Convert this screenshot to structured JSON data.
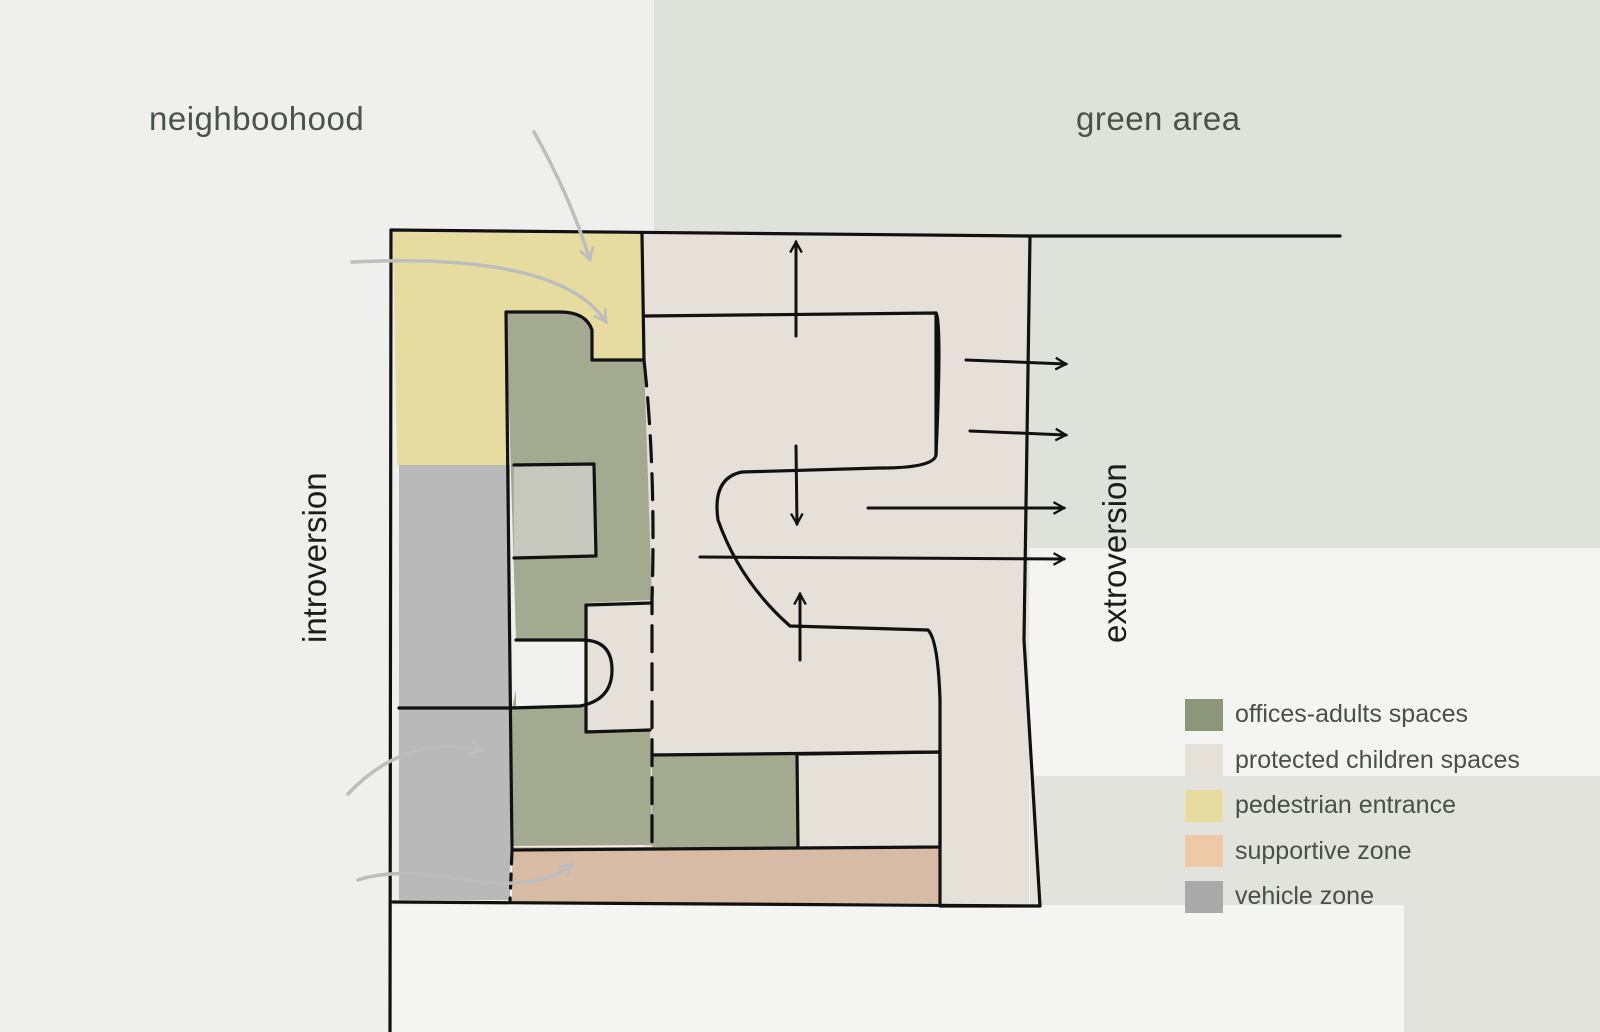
{
  "labels": {
    "neighborhood": "neighboohood",
    "green_area": "green area",
    "introversion": "introversion",
    "extroversion": "extroversion"
  },
  "legend": [
    {
      "label": "offices-adults spaces",
      "color": "#8c9679"
    },
    {
      "label": "protected children spaces",
      "color": "#e5e1d8"
    },
    {
      "label": "pedestrian entrance",
      "color": "#e6dc9f"
    },
    {
      "label": "supportive zone",
      "color": "#efc8a8"
    },
    {
      "label": "vehicle zone",
      "color": "#a9a9a9"
    }
  ],
  "colors": {
    "offices": "#a4aa90",
    "children": "#e5e1d8",
    "pedestrian": "#e6dc9f",
    "supportive": "#d8bba4",
    "vehicle": "#b9b9b9",
    "grey_room": "#c7c9be",
    "ink": "#111111",
    "flow_arrow": "#bdbdbd"
  }
}
